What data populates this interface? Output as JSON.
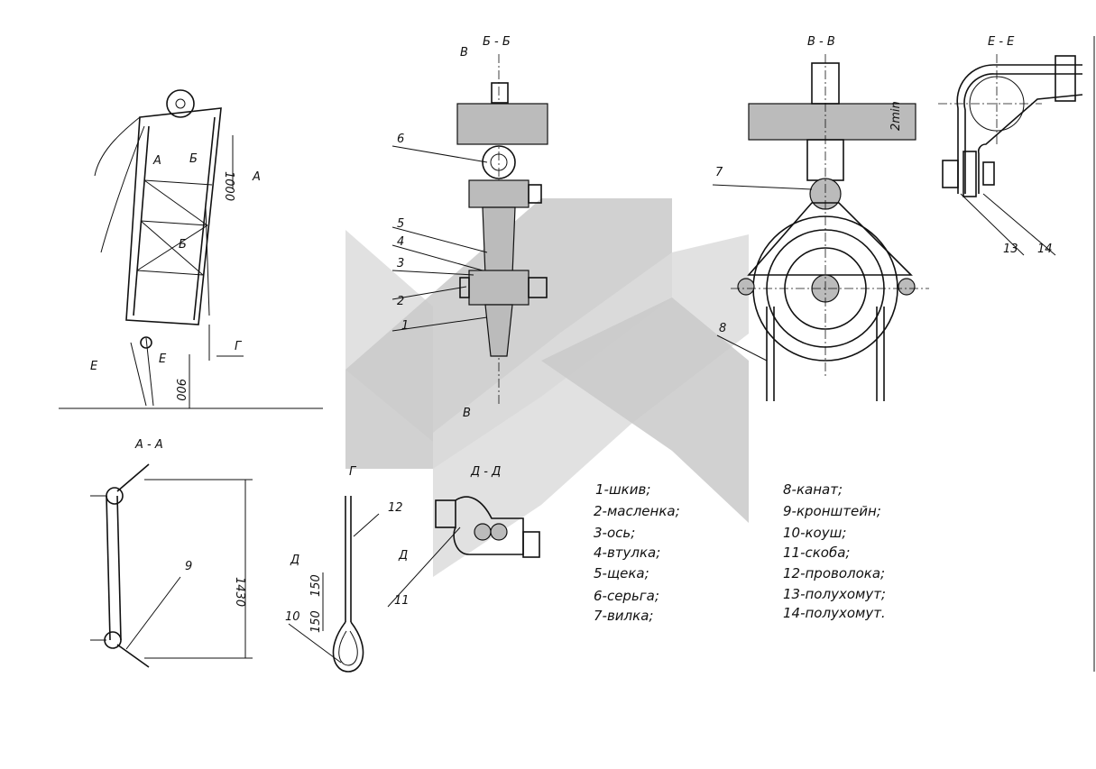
{
  "sections": {
    "bb": "Б - Б",
    "vv": "В - В",
    "ee": "Е - Е",
    "aa": "А - А",
    "g": "Г",
    "dd": "Д - Д"
  },
  "cut_marks": {
    "a": "А",
    "b": "Б",
    "v": "В",
    "g": "Г",
    "d": "Д",
    "e": "Е"
  },
  "dimensions": {
    "d1000": "1000",
    "d900": "900",
    "d1430": "1430",
    "d150a": "150",
    "d150b": "150",
    "d2min": "2min"
  },
  "callouts": [
    "1",
    "2",
    "3",
    "4",
    "5",
    "6",
    "7",
    "8",
    "9",
    "10",
    "11",
    "12",
    "13",
    "14"
  ],
  "legend": [
    "1-шкив;",
    "2-масленка;",
    "3-ось;",
    "4-втулка;",
    "5-щека;",
    "6-серьга;",
    "7-вилка;",
    "8-канат;",
    "9-кронштейн;",
    "10-коуш;",
    "11-скоба;",
    "12-проволока;",
    "13-полухомут;",
    "14-полухомут."
  ]
}
